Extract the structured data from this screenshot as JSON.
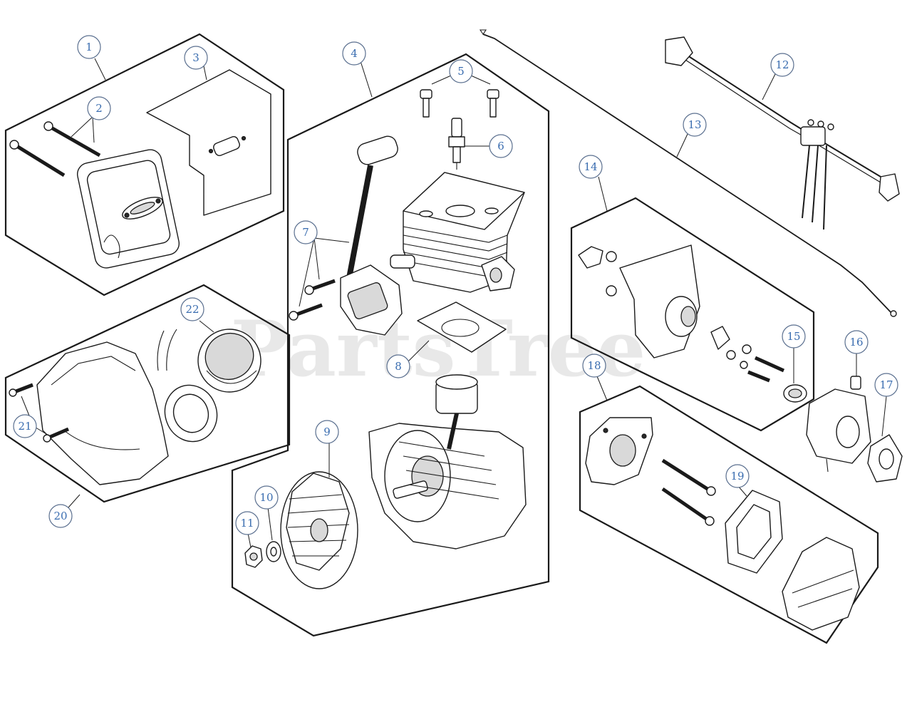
{
  "watermark": "PartsTree",
  "callouts": [
    "1",
    "2",
    "3",
    "4",
    "5",
    "6",
    "7",
    "8",
    "9",
    "10",
    "11",
    "12",
    "13",
    "14",
    "15",
    "16",
    "17",
    "18",
    "19",
    "20",
    "21",
    "22"
  ],
  "colors": {
    "callout_text": "#3a6db0",
    "line": "#1a1a1a",
    "watermark": "#d6d6d6"
  }
}
